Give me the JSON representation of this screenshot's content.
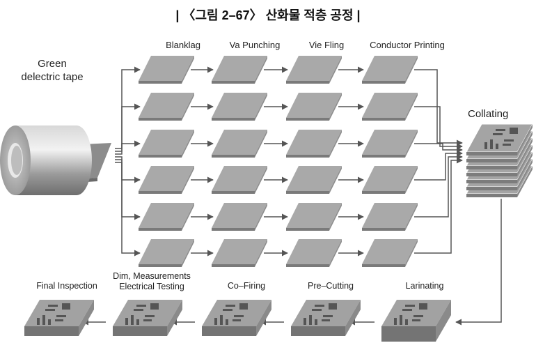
{
  "title": "| 〈그림 2–67〉 산화물 적층 공정 |",
  "source_label": "Green\ndelectric tape",
  "column_labels": [
    "Blanklag",
    "Va Punching",
    "Vie Fling",
    "Conductor Printing"
  ],
  "collating_label": "Collating",
  "bottom_steps": [
    "Final Inspection",
    "Dim, Measurements\nElectrical Testing",
    "Co–Firing",
    "Pre–Cutting",
    "Larinating"
  ],
  "colors": {
    "sheet": "#a9a9a9",
    "sheet_dark": "#7a7a7a",
    "arrow": "#555555",
    "text": "#222222"
  }
}
